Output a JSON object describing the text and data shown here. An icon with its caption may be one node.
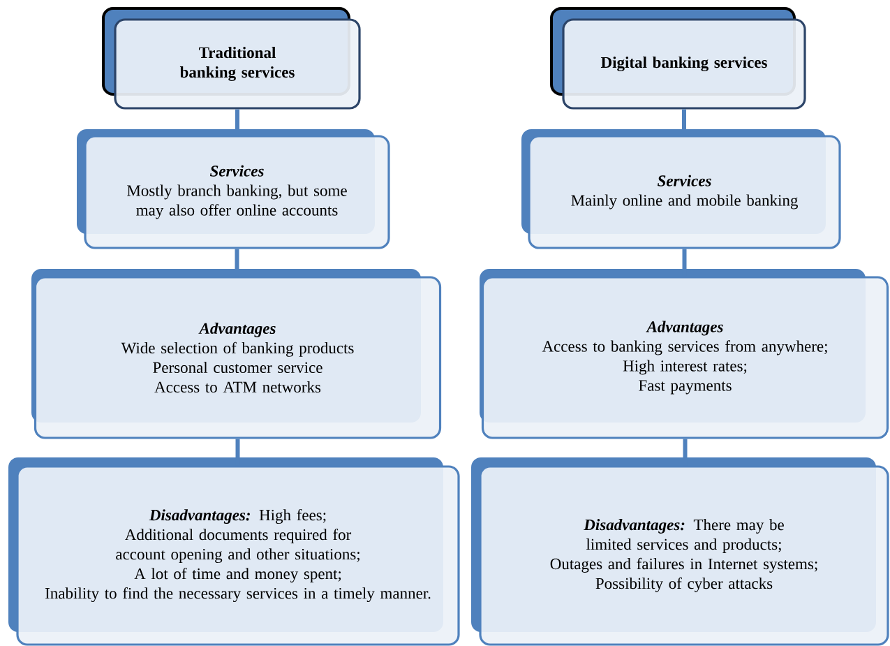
{
  "diagram": {
    "nodes": [
      {
        "text": [
          "Traditional banking services"
        ]
      },
      {
        "text": [
          "Services",
          "Mostly branch banking, but some may also offer online accounts"
        ]
      },
      {
        "text": [
          "Advantages",
          "Wide selection of banking products",
          "Personal customer service",
          "Access to ATM networks"
        ]
      },
      {
        "text": [
          "Disadvantages:",
          "High fees;",
          "Additional documents required for account opening and other situations;",
          "A lot of time and money spent;",
          "Inability to find the necessary services in a timely manner."
        ]
      },
      {
        "text": [
          "Digital banking services"
        ]
      },
      {
        "text": [
          "Services",
          "Mainly online and mobile banking"
        ]
      },
      {
        "text": [
          "Advantages",
          "Access to banking services from anywhere;",
          "High interest rates;",
          "Fast payments"
        ]
      },
      {
        "text": [
          "Disadvantages:",
          "There may be limited services and products;",
          "Outages and failures in Internet systems;",
          "Possibility of cyber attacks"
        ]
      }
    ],
    "edges": [
      {
        "from": 0,
        "to": 1,
        "arrow": "none"
      },
      {
        "from": 1,
        "to": 2,
        "arrow": "none"
      },
      {
        "from": 2,
        "to": 3,
        "arrow": "none"
      },
      {
        "from": 4,
        "to": 5,
        "arrow": "none"
      },
      {
        "from": 5,
        "to": 6,
        "arrow": "none"
      },
      {
        "from": 6,
        "to": 7,
        "arrow": "none"
      }
    ]
  }
}
